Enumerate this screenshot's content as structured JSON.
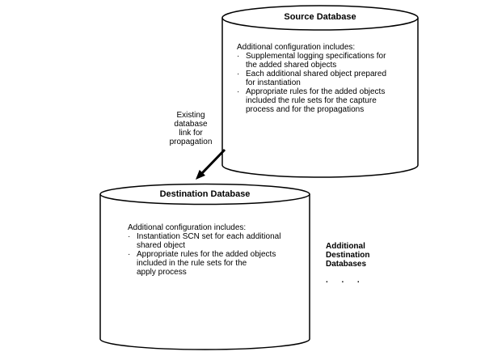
{
  "diagram": {
    "bullet_char": "·",
    "colors": {
      "stroke": "#000000",
      "fill": "#ffffff",
      "text": "#000000"
    },
    "source": {
      "title": "Source Database",
      "config_header": "Additional configuration includes:",
      "bullets": [
        "Supplemental logging specifications for\nthe added shared objects",
        "Each additional shared object prepared\nfor instantiation",
        "Appropriate rules for the added objects\nincluded the rule sets for the capture\nprocess and for the propagations"
      ]
    },
    "destination": {
      "title": "Destination Database",
      "config_header": "Additional configuration includes:",
      "bullets": [
        "Instantiation SCN set for each additional\nshared object",
        "Appropriate rules for the added objects\nincluded in the rule sets for the\napply process"
      ]
    },
    "link_label": "Existing\ndatabase\nlink for\npropagation",
    "additional_databases_label": "Additional\nDestination\nDatabases",
    "ellipsis_dots": ".      .      ."
  }
}
